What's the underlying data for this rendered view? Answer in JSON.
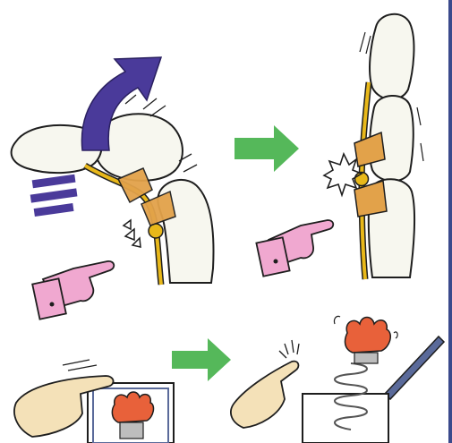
{
  "colors": {
    "bone_fill": "#f7f7ef",
    "outline": "#1e1e1e",
    "tendon": "#e8b81a",
    "ligament": "#e2a24a",
    "motion_arrow": "#4a3a9a",
    "step_arrow": "#55b85a",
    "pointing_hand": "#f0a8d0",
    "fist": "#e8613a",
    "finger_skin": "#f4e1b8",
    "box_frame": "#5a6a9a",
    "spring": "#555555",
    "page_border": "#3a4a8c"
  },
  "panels": {
    "top_left": "finger-joint-bending-with-pulley-and-tendon",
    "top_right": "finger-joint-snapping-straight",
    "bottom_left": "finger-pressing-jack-in-the-box-lid",
    "bottom_right": "jack-in-the-box-popping-open"
  },
  "icons": [
    "curved-motion-arrow-icon",
    "pointing-hand-icon",
    "green-right-arrow-icon",
    "snap-burst-icon",
    "spring-icon",
    "fist-icon"
  ]
}
